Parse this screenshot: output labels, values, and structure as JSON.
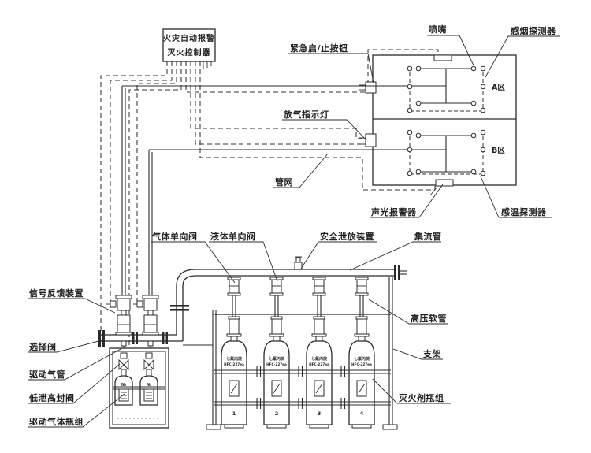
{
  "controller": {
    "line1": "火灾自动报警",
    "line2": "灭火控制器"
  },
  "zones": {
    "zone_a": "A区",
    "zone_b": "B区"
  },
  "labels": {
    "emergency_button": "紧急启/止按钮",
    "nozzle": "喷嘴",
    "smoke_detector": "感烟探测器",
    "gas_release_lamp": "放气指示灯",
    "pipe_network": "管网",
    "sound_light_alarm": "声光报警器",
    "heat_detector": "感温探测器",
    "gas_check_valve": "气体单向阀",
    "liquid_check_valve": "液体单向阀",
    "safety_relief_device": "安全泄放装置",
    "manifold": "集流管",
    "signal_feedback_device": "信号反馈装置",
    "selector_valve": "选择阀",
    "driving_gas_pipe": "驱动气管",
    "low_leak_high_seal_valve": "低泄高封阀",
    "driving_gas_cylinder_group": "驱动气体瓶组",
    "high_pressure_hose": "高压软管",
    "bracket": "支架",
    "agent_cylinder_group": "灭火剂瓶组"
  },
  "cylinders": {
    "agent_line1": "七氟丙烷",
    "agent_line2": "HFC-227ea",
    "numbers": [
      "1",
      "2",
      "3",
      "4"
    ]
  },
  "driving_bottles": {
    "mark": "N₂"
  },
  "colors": {
    "line": "#2b2b2b",
    "background": "#ffffff",
    "faint": "#8a8a8a"
  }
}
